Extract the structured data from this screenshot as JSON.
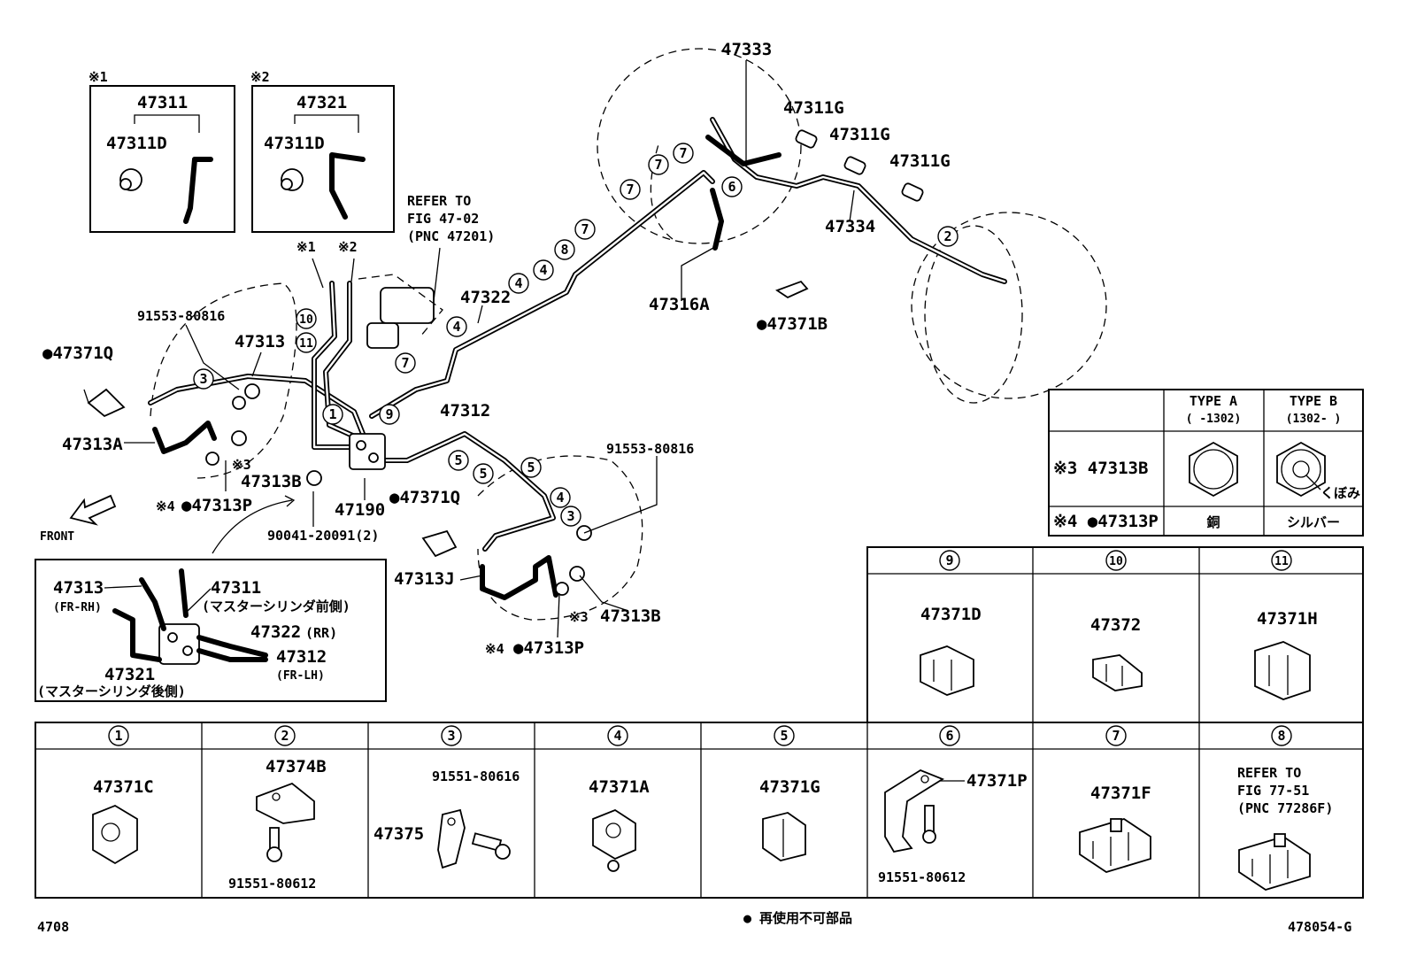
{
  "labels": {
    "p47333": "47333",
    "p47311G_a": "47311G",
    "p47311G_b": "47311G",
    "p47311G_c": "47311G",
    "p47334": "47334",
    "p47316A": "47316A",
    "p47371B": "●47371B",
    "p47322": "47322",
    "refer1_l1": "REFER TO",
    "refer1_l2": "FIG 47-02",
    "refer1_l3": "(PNC 47201)",
    "x1": "※1",
    "x2": "※2",
    "p91553_a": "91553-80816",
    "p47313": "47313",
    "p47371Q_a": "●47371Q",
    "p47313A": "47313A",
    "x3_47313B_a": "※3",
    "p47313B_a": "47313B",
    "x4_a": "※4",
    "p47313P_a": "●47313P",
    "p47190": "47190",
    "p47371Q_b": "●47371Q",
    "p90041": "90041-20091(2)",
    "front": "FRONT",
    "p47312": "47312",
    "p91553_b": "91553-80816",
    "p47313J": "47313J",
    "x3_b": "※3",
    "p47313B_b": "47313B",
    "x4_b": "※4",
    "p47313P_b": "●47313P",
    "inset1_x": "※1",
    "inset1_a": "47311",
    "inset1_b": "47311D",
    "inset2_x": "※2",
    "inset2_a": "47321",
    "inset2_b": "47311D",
    "detail_47313": "47313",
    "detail_frrh": "(FR-RH)",
    "detail_47311": "47311",
    "detail_47311_desc": "(マスターシリンダ前側)",
    "detail_47322": "47322",
    "detail_rr": "(RR)",
    "detail_47312": "47312",
    "detail_frlh": "(FR-LH)",
    "detail_47321": "47321",
    "detail_47321_desc": "(マスターシリンダ後側)",
    "footer_left": "4708",
    "footer_note": "● 再使用不可部品",
    "footer_right": "478054-G"
  },
  "type_table": {
    "type_a": "TYPE A",
    "type_a_range": "(     -1302)",
    "type_b": "TYPE B",
    "type_b_range": "(1302-     )",
    "row1_label": "※3 47313B",
    "row2_label": "※4 ●47313P",
    "kubomi": "くぼみ",
    "copper": "銅",
    "silver": "シルバー"
  },
  "clip_table": [
    {
      "num": "1",
      "part": "47371C"
    },
    {
      "num": "2",
      "part": "47374B",
      "bolt": "91551-80612"
    },
    {
      "num": "3",
      "part": "47375",
      "bolt": "91551-80616"
    },
    {
      "num": "4",
      "part": "47371A"
    },
    {
      "num": "5",
      "part": "47371G"
    },
    {
      "num": "6",
      "part": "47371P",
      "bolt": "91551-80612"
    },
    {
      "num": "7",
      "part": "47371F"
    },
    {
      "num": "8",
      "refer_l1": "REFER TO",
      "refer_l2": "FIG 77-51",
      "refer_l3": "(PNC 77286F)"
    },
    {
      "num": "9",
      "part": "47371D"
    },
    {
      "num": "10",
      "part": "47372"
    },
    {
      "num": "11",
      "part": "47371H"
    }
  ],
  "callouts": {
    "c7a": "7",
    "c7b": "7",
    "c7c": "7",
    "c7d": "7",
    "c7e": "7",
    "c6": "6",
    "c2": "2",
    "c8": "8",
    "c4a": "4",
    "c4b": "4",
    "c4c": "4",
    "c10": "10",
    "c11": "11",
    "c3a": "3",
    "c1": "1",
    "c9": "9",
    "c5a": "5",
    "c5b": "5",
    "c5c": "5",
    "c4d": "4",
    "c3b": "3"
  }
}
